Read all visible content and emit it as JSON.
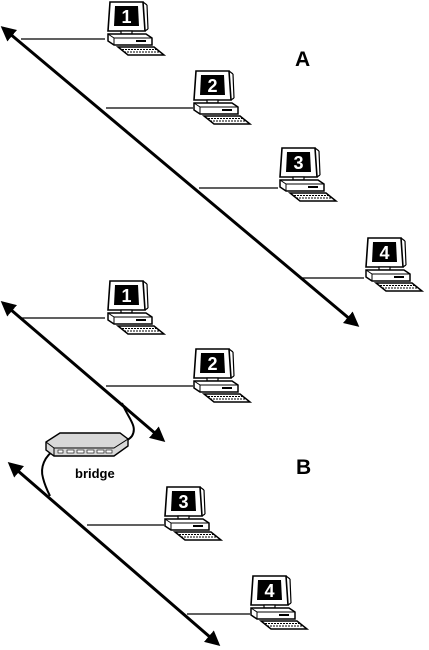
{
  "colors": {
    "line": "#000000",
    "screen": "#000000",
    "case": "#ffffff",
    "bridge_body": "#d8d8d8"
  },
  "icons": {
    "computer": "computer-icon",
    "bridge": "bridge-device-icon"
  },
  "diagram": {
    "sections": [
      {
        "label": "A",
        "computers": [
          {
            "label": "1"
          },
          {
            "label": "2"
          },
          {
            "label": "3"
          },
          {
            "label": "4"
          }
        ]
      },
      {
        "label": "B",
        "computers": [
          {
            "label": "1"
          },
          {
            "label": "2"
          },
          {
            "label": "3"
          },
          {
            "label": "4"
          }
        ]
      }
    ],
    "bridge": {
      "label": "bridge"
    }
  }
}
